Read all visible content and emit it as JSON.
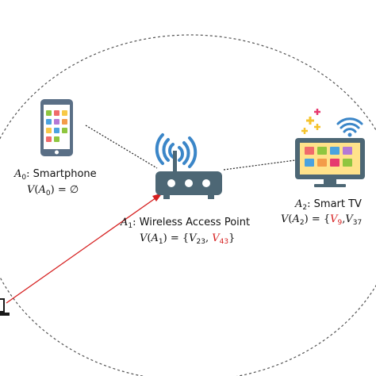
{
  "nodes": {
    "a0": {
      "symbol": "A",
      "index": "0",
      "name": "Smartphone",
      "vulns": {
        "func": "V",
        "arg_sym": "A",
        "arg_idx": "0",
        "rhs": "∅"
      }
    },
    "a1": {
      "symbol": "A",
      "index": "1",
      "name": "Wireless Access Point",
      "vulns": {
        "func": "V",
        "arg_sym": "A",
        "arg_idx": "1",
        "items": [
          {
            "sym": "V",
            "idx": "23"
          },
          {
            "sym": "V",
            "idx": "43"
          }
        ]
      }
    },
    "a2": {
      "symbol": "A",
      "index": "2",
      "name": "Smart TV",
      "vulns": {
        "func": "V",
        "arg_sym": "A",
        "arg_idx": "2",
        "items": [
          {
            "sym": "V",
            "idx": "9"
          },
          {
            "sym": "V",
            "idx": "37"
          }
        ]
      }
    }
  },
  "symbols": {
    "colon": ":",
    "eq": "=",
    "lbrace": "{",
    "rbrace": "}",
    "comma": ",",
    "lparen": "(",
    "rparen": ")"
  },
  "colors": {
    "highlight": "#d62020",
    "boundary": "#555555",
    "router": "#4d6775",
    "wifi": "#3b86c8",
    "attack": "#d62020"
  },
  "icons": [
    "smartphone-icon",
    "router-icon",
    "wifi-signal-icon",
    "smart-tv-icon",
    "laptop-icon"
  ]
}
